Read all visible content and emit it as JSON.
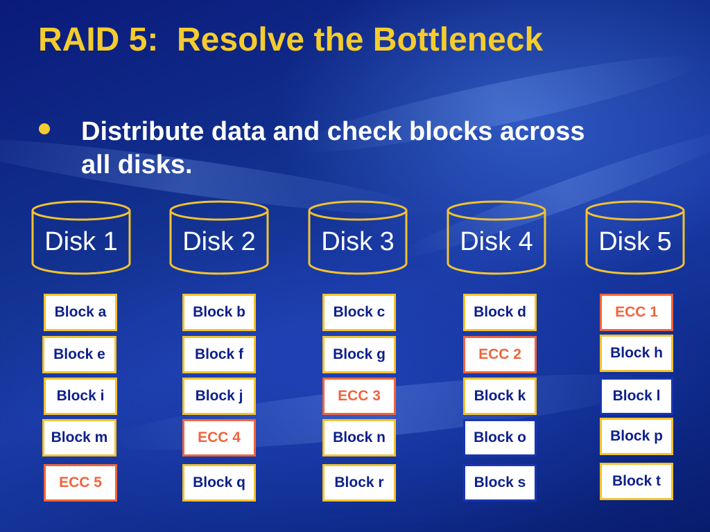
{
  "slide": {
    "title": "RAID 5:  Resolve the Bottleneck",
    "bullet": "Distribute data and check blocks across all disks."
  },
  "colors": {
    "title": "#f4cc2e",
    "block_border": "#f2c230",
    "ecc": "#f0643c",
    "highlight_border": "#1a35b0",
    "block_text": "#0d1f8a"
  },
  "disks": [
    {
      "label": "Disk 1",
      "blocks": [
        "Block a",
        "Block e",
        "Block i",
        "Block m",
        "ECC 5"
      ]
    },
    {
      "label": "Disk 2",
      "blocks": [
        "Block b",
        "Block f",
        "Block j",
        "ECC 4",
        "Block q"
      ]
    },
    {
      "label": "Disk 3",
      "blocks": [
        "Block c",
        "Block g",
        "ECC 3",
        "Block n",
        "Block r"
      ]
    },
    {
      "label": "Disk 4",
      "blocks": [
        "Block d",
        "ECC 2",
        "Block k",
        "Block o",
        "Block s"
      ]
    },
    {
      "label": "Disk 5",
      "blocks": [
        "ECC 1",
        "Block h",
        "Block l",
        "Block p",
        "Block t"
      ]
    }
  ]
}
